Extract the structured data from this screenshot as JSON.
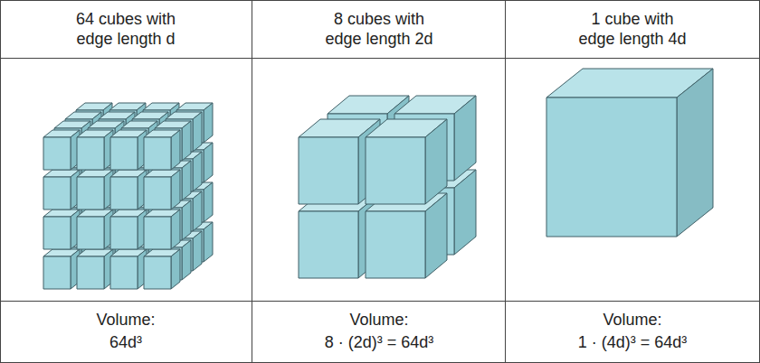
{
  "diagram": {
    "labels": [
      "64 cubes with edge length d",
      "8 cubes with edge length 2d",
      "1 cube with edge length 4d",
      "Volume:",
      "64d³",
      "Volume:",
      "8 · (2d)³ = 64d³",
      "Volume:",
      "1 · (4d)³ = 64d³"
    ]
  }
}
